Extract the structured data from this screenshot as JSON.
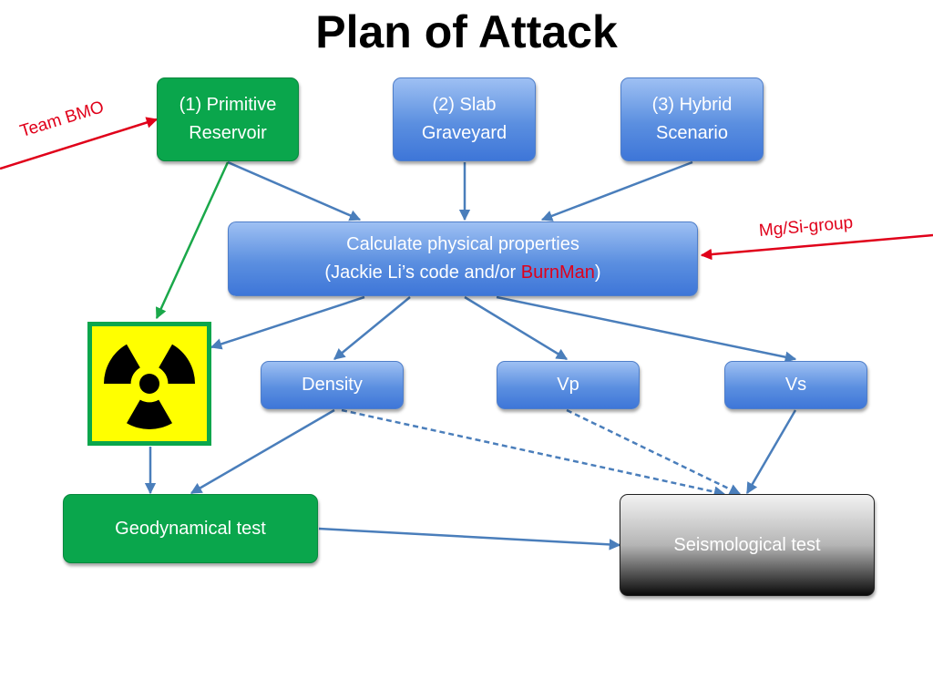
{
  "title": "Plan of Attack",
  "scenarios": [
    {
      "line1": "(1) Primitive",
      "line2": "Reservoir"
    },
    {
      "line1": "(2) Slab",
      "line2": "Graveyard"
    },
    {
      "line1": "(3) Hybrid",
      "line2": "Scenario"
    }
  ],
  "calc": {
    "line1": "Calculate physical properties",
    "line2_prefix": "(Jackie Li’s code and/or ",
    "line2_highlight": "BurnMan",
    "line2_suffix": ")"
  },
  "properties": [
    "Density",
    "Vp",
    "Vs"
  ],
  "tests": {
    "geodynamical": "Geodynamical test",
    "seismological": "Seismological test"
  },
  "annotations": {
    "team_bmo": "Team BMO",
    "mg_si_group": "Mg/Si-group"
  },
  "colors": {
    "blue_box": "#5b8fe0",
    "green_box": "#0aa64c",
    "arrow": "#4a7ebb",
    "annotation": "#e0001a",
    "hazard_bg": "#ffff00"
  },
  "icons": {
    "hazard": "radiation-symbol-icon"
  }
}
